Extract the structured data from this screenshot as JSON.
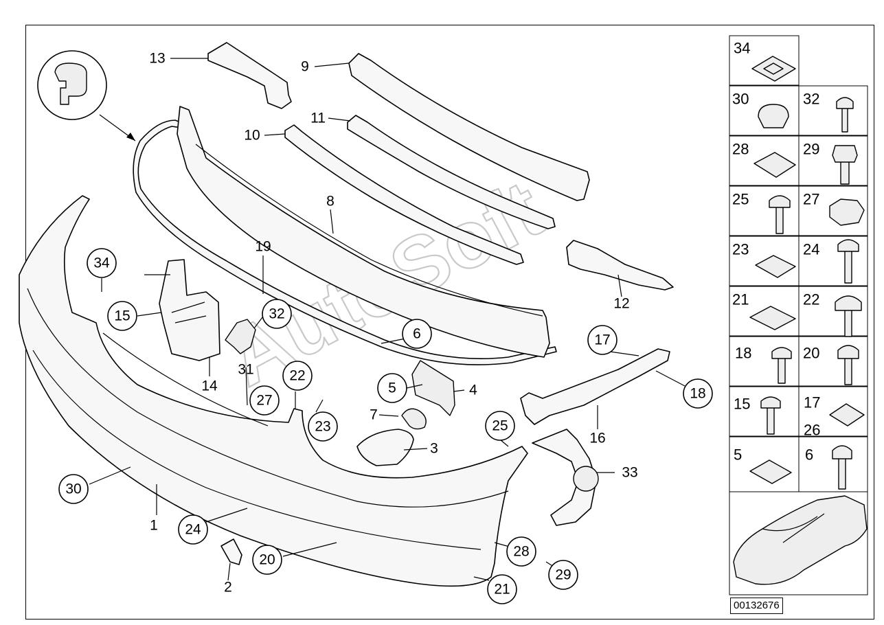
{
  "callouts": {
    "c1": "1",
    "c2": "2",
    "c3": "3",
    "c4": "4",
    "c5": "5",
    "c6": "6",
    "c7": "7",
    "c8": "8",
    "c9": "9",
    "c10": "10",
    "c11": "11",
    "c12": "12",
    "c13": "13",
    "c14": "14",
    "c15": "15",
    "c16": "16",
    "c17": "17",
    "c18": "18",
    "c19": "19",
    "c20": "20",
    "c21": "21",
    "c22": "22",
    "c23": "23",
    "c24": "24",
    "c25": "25",
    "c27": "27",
    "c28": "28",
    "c29": "29",
    "c30": "30",
    "c31": "31",
    "c32": "32",
    "c33": "33",
    "c34": "34"
  },
  "watermark": "AutoSoft",
  "fastener_table": {
    "r0": {
      "left": "34"
    },
    "r1": {
      "left": "30",
      "right": "32"
    },
    "r2": {
      "left": "28",
      "right": "29"
    },
    "r3": {
      "left": "25",
      "right": "27"
    },
    "r4": {
      "left": "23",
      "right": "24"
    },
    "r5": {
      "left": "21",
      "right": "22"
    },
    "r6": {
      "left": "18",
      "right": "20"
    },
    "r7": {
      "left": "15",
      "right": "17",
      "right2": "26"
    },
    "r8": {
      "left": "5",
      "right": "6"
    }
  },
  "document_id": "00132676"
}
